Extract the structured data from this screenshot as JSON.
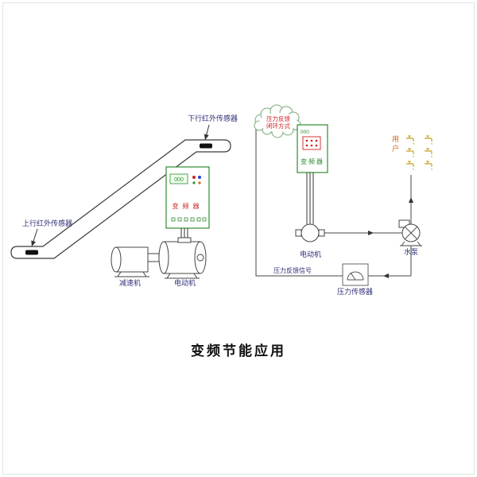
{
  "page": {
    "title": "变频节能应用"
  },
  "colors": {
    "line": "#444444",
    "label_blue": "#2f2f7a",
    "green": "#2e8b2e",
    "red": "#cc2222",
    "yellow": "#c9a227",
    "orange": "#d2691e"
  },
  "escalator_system": {
    "top_sensor_label": "下行红外传感器",
    "bottom_sensor_label": "上行红外传感器",
    "inverter": {
      "display": "000",
      "label": "变频器"
    },
    "reducer_label": "减速机",
    "motor_label": "电动机"
  },
  "pump_system": {
    "cloud": {
      "line1": "压力反馈",
      "line2": "闭环方式"
    },
    "inverter": {
      "display": "000",
      "label": "变频器"
    },
    "motor_label": "电动机",
    "pump_label": "水泵",
    "users_label": "用户",
    "pressure_sensor_label": "压力传感器",
    "feedback_signal_label": "压力反馈信号"
  }
}
